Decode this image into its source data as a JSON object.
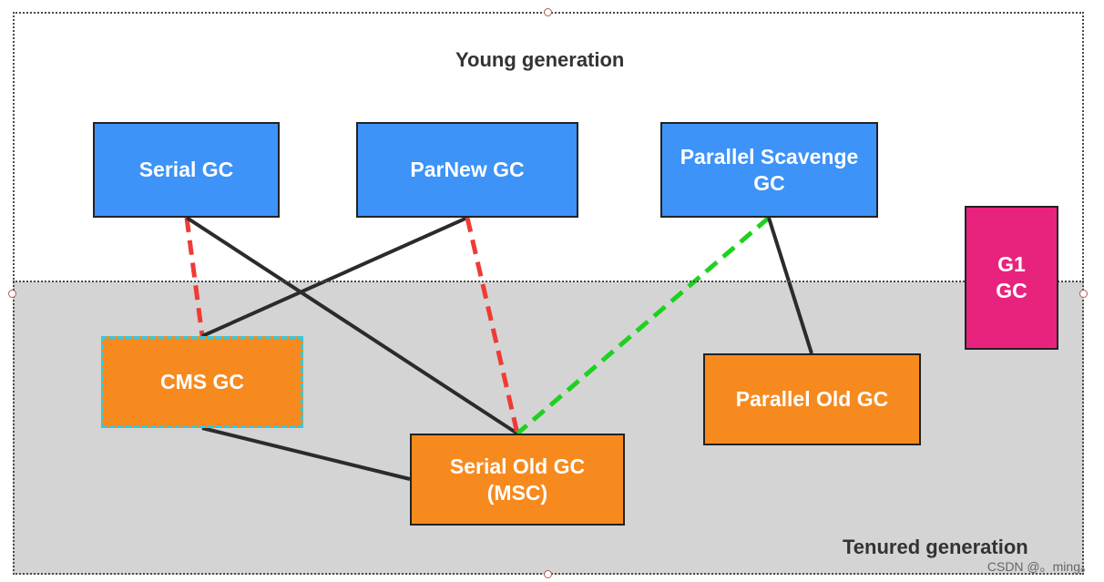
{
  "regions": {
    "young": "Young generation",
    "tenured": "Tenured generation"
  },
  "collectors": {
    "serial": "Serial GC",
    "parnew": "ParNew GC",
    "parallel_scavenge": [
      "Parallel Scavenge",
      "GC"
    ],
    "g1": [
      "G1",
      "GC"
    ],
    "cms": "CMS GC",
    "parallel_old": "Parallel Old GC",
    "serial_old": [
      "Serial Old GC",
      "(MSC)"
    ]
  },
  "links": [
    {
      "from": "Serial GC",
      "to": "CMS GC",
      "style": "dashed",
      "color": "#ef3b35"
    },
    {
      "from": "Serial GC",
      "to": "Serial Old GC (MSC)",
      "style": "solid",
      "color": "#2b2b2b"
    },
    {
      "from": "ParNew GC",
      "to": "CMS GC",
      "style": "solid",
      "color": "#2b2b2b"
    },
    {
      "from": "ParNew GC",
      "to": "Serial Old GC (MSC)",
      "style": "dashed",
      "color": "#ef3b35"
    },
    {
      "from": "Parallel Scavenge GC",
      "to": "Serial Old GC (MSC)",
      "style": "dashed",
      "color": "#1fd11f"
    },
    {
      "from": "Parallel Scavenge GC",
      "to": "Parallel Old GC",
      "style": "solid",
      "color": "#2b2b2b"
    },
    {
      "from": "CMS GC",
      "to": "Serial Old GC (MSC)",
      "style": "solid",
      "color": "#2b2b2b"
    }
  ],
  "colors": {
    "young_generation": "#3d93f7",
    "tenured_generation": "#f68a1f",
    "g1": "#e8237d",
    "tenured_background": "#d4d4d4",
    "cms_border": "#35c8e0"
  },
  "watermark": "CSDN @。ming。"
}
